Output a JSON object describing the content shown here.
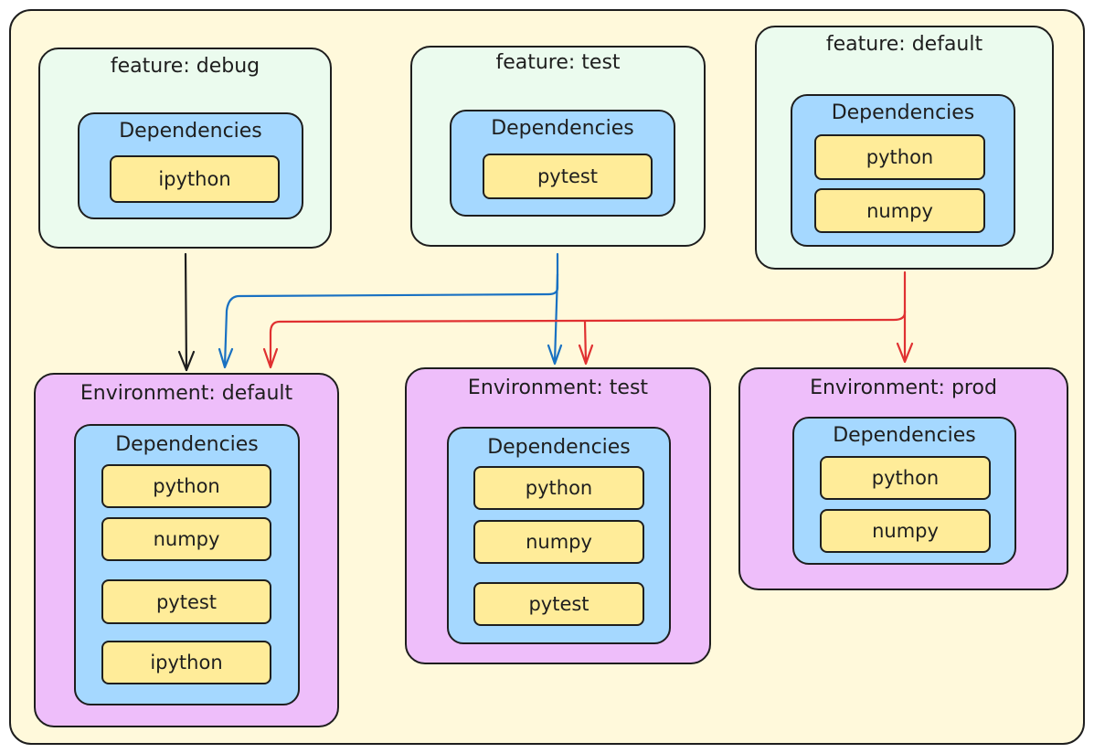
{
  "features": [
    {
      "title": "feature: debug",
      "deps_label": "Dependencies",
      "deps": [
        "ipython"
      ]
    },
    {
      "title": "feature: test",
      "deps_label": "Dependencies",
      "deps": [
        "pytest"
      ]
    },
    {
      "title": "feature: default",
      "deps_label": "Dependencies",
      "deps": [
        "python",
        "numpy"
      ]
    }
  ],
  "environments": [
    {
      "title": "Environment: default",
      "deps_label": "Dependencies",
      "deps": [
        "python",
        "numpy",
        "pytest",
        "ipython"
      ]
    },
    {
      "title": "Environment: test",
      "deps_label": "Dependencies",
      "deps": [
        "python",
        "numpy",
        "pytest"
      ]
    },
    {
      "title": "Environment: prod",
      "deps_label": "Dependencies",
      "deps": [
        "python",
        "numpy"
      ]
    }
  ],
  "colors": {
    "background": "#fff9db",
    "feature": "#ebfbee",
    "environment": "#eebefa",
    "dependencies": "#a5d8ff",
    "package": "#ffec99",
    "arrow_debug": "#1e1e1e",
    "arrow_test": "#1971c2",
    "arrow_default": "#e03131"
  }
}
